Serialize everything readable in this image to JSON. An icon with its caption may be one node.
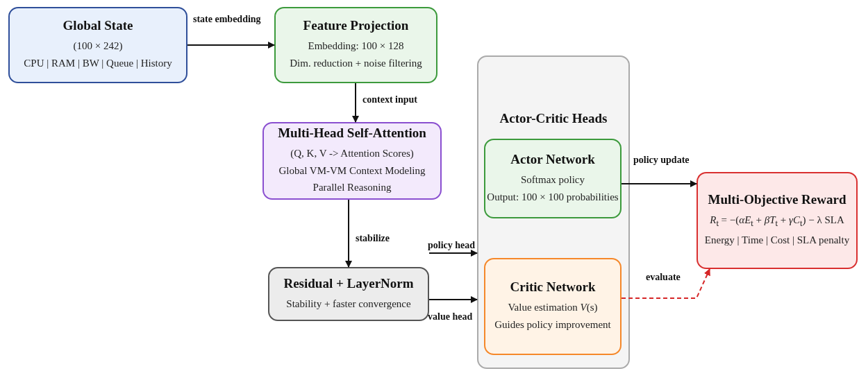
{
  "diagram": {
    "nodes": [
      {
        "text": [
          "Global State",
          "(100 × 242)",
          "CPU | RAM | BW | Queue | History"
        ]
      },
      {
        "text": [
          "Feature Projection",
          "Embedding: 100 × 128",
          "Dim. reduction + noise filtering"
        ]
      },
      {
        "text": [
          "Multi-Head Self-Attention",
          "(Q, K, V -> Attention Scores)",
          "Global VM-VM Context Modeling",
          "Parallel Reasoning"
        ]
      },
      {
        "text": [
          "Residual + LayerNorm",
          "Stability + faster convergence"
        ]
      },
      {
        "text": [
          "Actor-Critic Heads"
        ]
      },
      {
        "text": [
          "Actor Network",
          "Softmax policy",
          "Output: 100 × 100 probabilities"
        ],
        "in": 4
      },
      {
        "text": [
          "Critic Network",
          "Value estimation *V*(s)",
          "Guides policy improvement"
        ],
        "in": 4
      },
      {
        "text": [
          "Multi-Objective Reward",
          "*R*$_{t}$ = −(*αE*$_{t}$ + *βT*$_{t}$ + *γC*$_{t}$) − λ SLA",
          "Energy | Time | Cost | SLA penalty"
        ]
      }
    ],
    "edges": [
      {
        "from": 0,
        "to": 1,
        "arrow": "to",
        "label": "state embedding"
      },
      {
        "from": 1,
        "to": 2,
        "arrow": "to",
        "label": "context input"
      },
      {
        "from": 2,
        "to": 3,
        "arrow": "to",
        "label": "stabilize"
      },
      {
        "from": 3,
        "to": 4,
        "arrow": "to",
        "label": "policy head"
      },
      {
        "from": 3,
        "to": 4,
        "arrow": "to",
        "label": "value head"
      },
      {
        "from": 5,
        "to": 7,
        "arrow": "to",
        "label": "policy update"
      },
      {
        "from": 6,
        "to": 7,
        "arrow": "to",
        "label": "evaluate",
        "style": "dashed",
        "color": "#d62728"
      }
    ]
  }
}
